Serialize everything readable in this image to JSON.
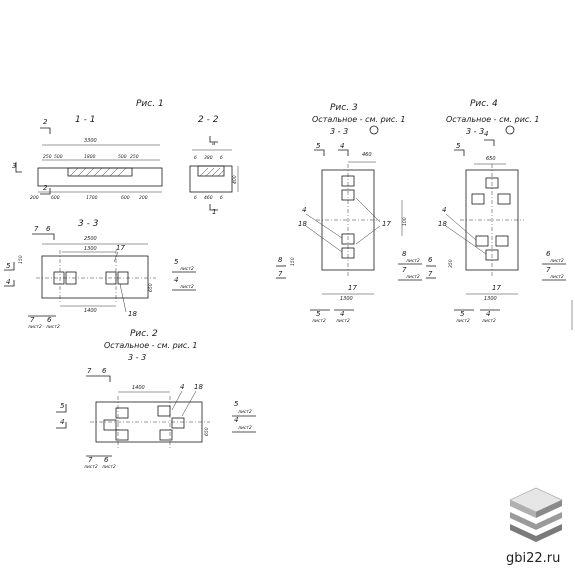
{
  "fig1": {
    "title": "Рис. 1",
    "sec11": "1 - 1",
    "sec22": "2 - 2",
    "sec33": "3 - 3",
    "d_3300": "3300",
    "d_250a": "250",
    "d_500a": "500",
    "d_1800": "1800",
    "d_500b": "500",
    "d_250b": "250",
    "d_200a": "200",
    "d_600a": "600",
    "d_1700": "1700",
    "d_600b": "600",
    "d_200b": "200",
    "d_a": "a",
    "d_b1": "б",
    "d_380": "380",
    "d_b2": "б",
    "d_400": "400",
    "d_b3": "б",
    "d_460": "460",
    "d_b4": "б",
    "d_2500": "2500",
    "d_1300": "1300",
    "d_1400": "1400",
    "d_650": "650",
    "d_150": "150",
    "m2": "2",
    "m3": "3",
    "m1": "1",
    "m7": "7",
    "m6": "6",
    "m5": "5",
    "m4": "4",
    "m17": "17",
    "m18": "18",
    "list2": "лист2"
  },
  "fig2": {
    "title": "Рис. 2",
    "note": "Остальное - см. рис. 1",
    "sec33": "3 - 3",
    "d_1400": "1400",
    "d_650": "650",
    "m4": "4",
    "m18": "18",
    "m7": "7",
    "m6": "6",
    "m5": "5",
    "list2": "лист2"
  },
  "fig3": {
    "title": "Рис. 3",
    "note": "Остальное - см. рис. 1",
    "sec33": "3 - 3",
    "d_460": "460",
    "d_100": "100",
    "d_150": "150",
    "d_1300": "1300",
    "m5": "5",
    "m4": "4",
    "m18": "18",
    "m17": "17",
    "m8": "8",
    "m7": "7",
    "list2": "лист2"
  },
  "fig4": {
    "title": "Рис. 4",
    "note": "Остальное - см. рис. 1",
    "sec33": "3 - 3",
    "d_650": "650",
    "d_350": "350",
    "d_1300": "1300",
    "m5": "5",
    "m4": "4",
    "m18": "18",
    "m17": "17",
    "m6": "6",
    "m7": "7",
    "list2": "лист2"
  },
  "watermark": {
    "site": "gbi22.ru",
    "logo_colors": [
      "#e6e6e6",
      "#b0b0b0",
      "#7a7a7a"
    ]
  }
}
